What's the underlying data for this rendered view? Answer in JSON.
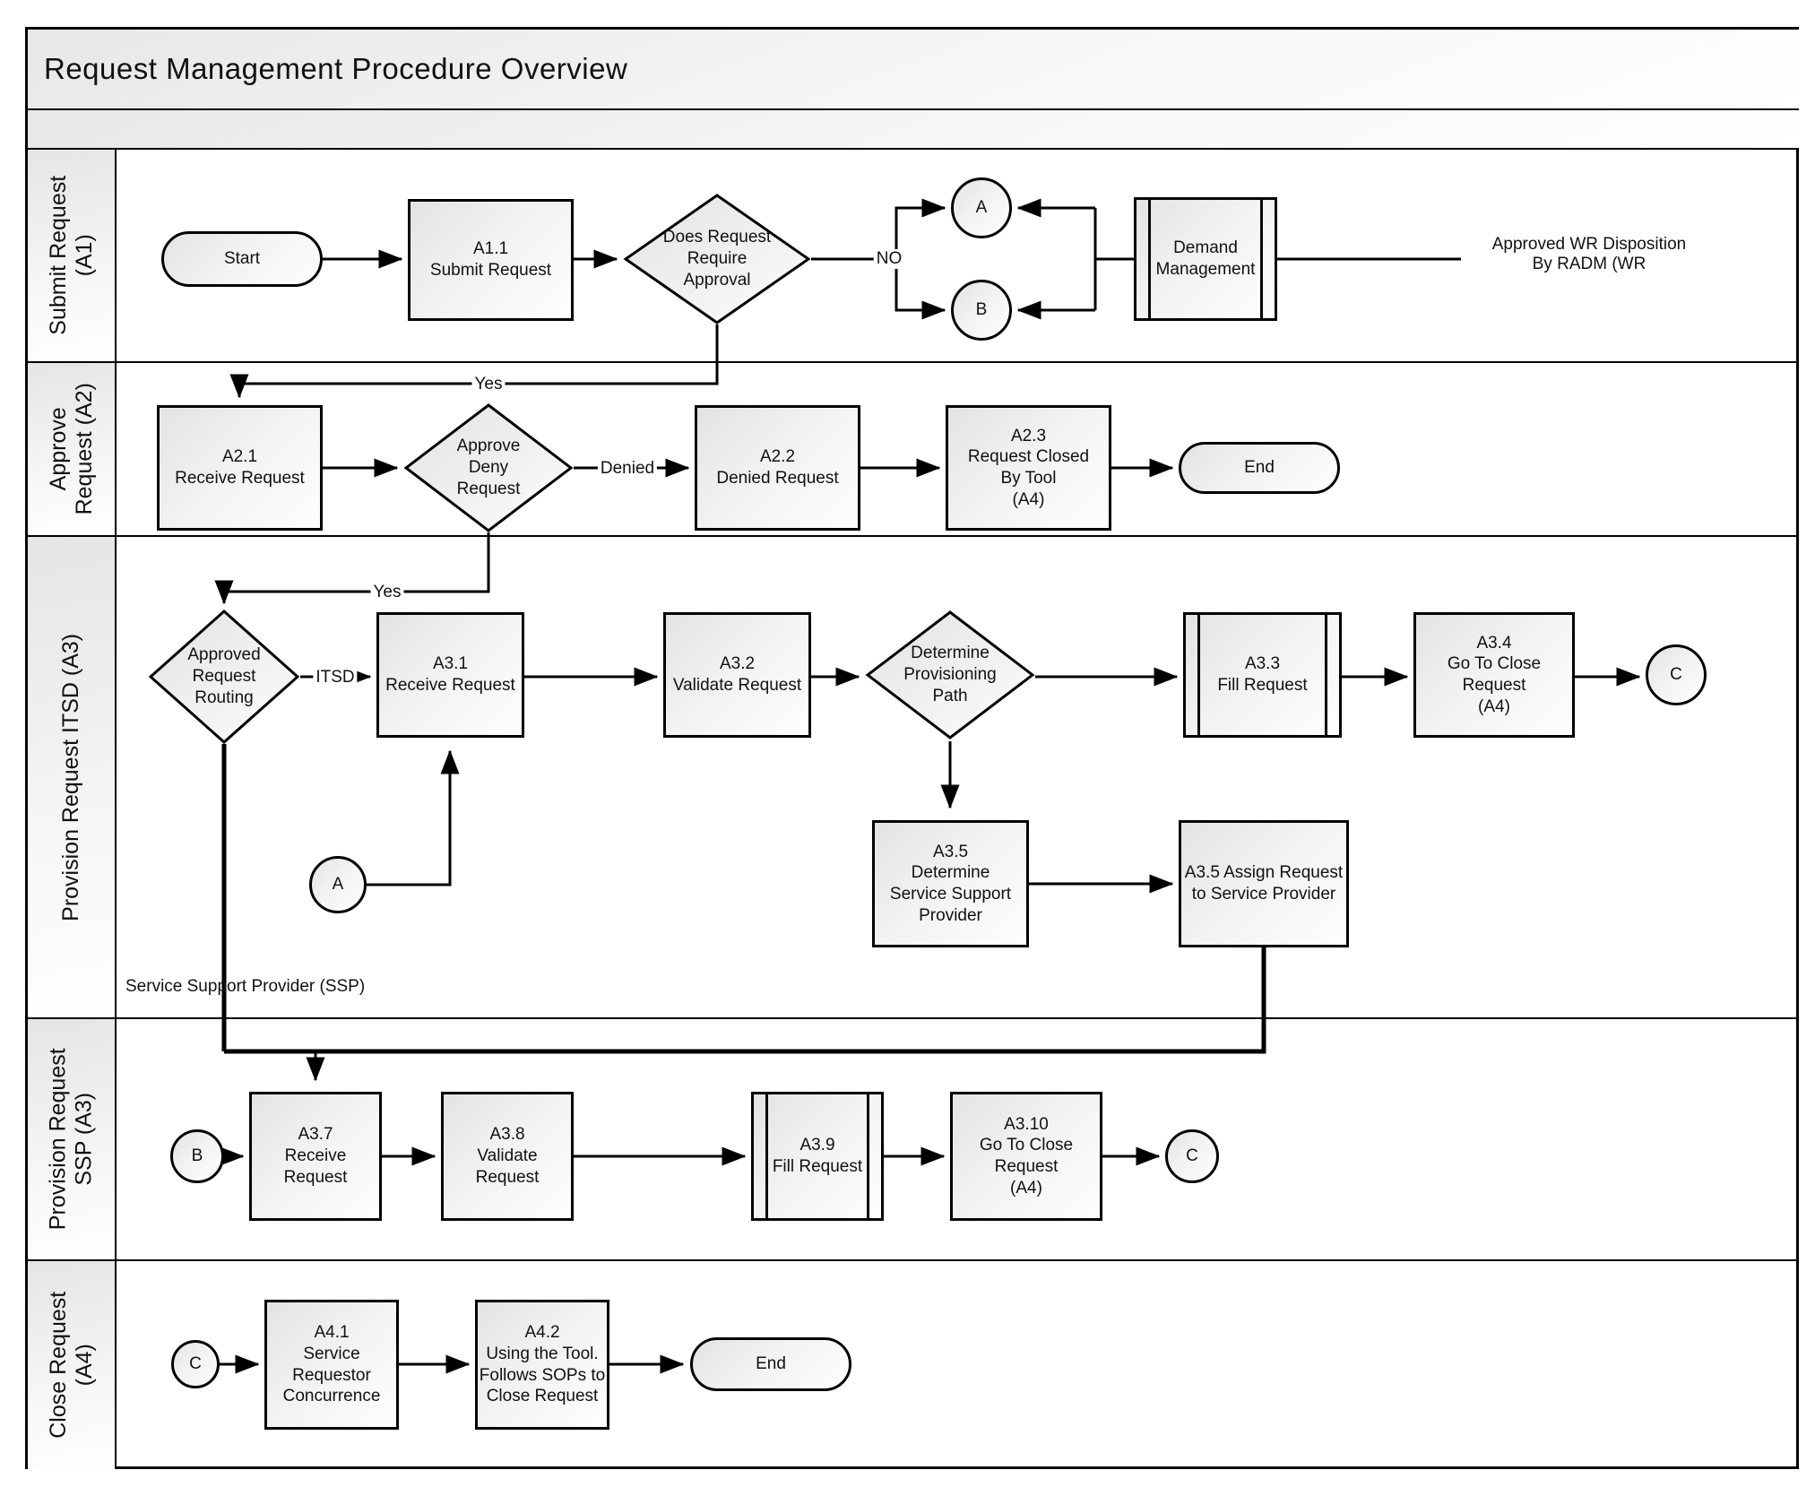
{
  "title": "Request Management Procedure Overview",
  "lanes": [
    {
      "label": "Submit Request\n(A1)"
    },
    {
      "label": "Approve\nRequest (A2)"
    },
    {
      "label": "Provision Request ITSD (A3)"
    },
    {
      "label": "Provision Request\nSSP (A3)"
    },
    {
      "label": "Close Request\n(A4)"
    }
  ],
  "nodes": {
    "start": "Start",
    "a1_1": "A1.1\nSubmit Request",
    "d1": "Does Request\nRequire\nApproval",
    "conn_a1": "A",
    "conn_b1": "B",
    "demand": "Demand\nManagement",
    "a2_1": "A2.1\nReceive Request",
    "d2": "Approve\nDeny\nRequest",
    "a2_2": "A2.2\nDenied Request",
    "a2_3": "A2.3\nRequest Closed\nBy Tool\n(A4)",
    "end1": "End",
    "d3": "Approved\nRequest\nRouting",
    "a3_1": "A3.1\nReceive Request",
    "a3_2": "A3.2\nValidate Request",
    "d4": "Determine\nProvisioning\nPath",
    "a3_3": "A3.3\nFill Request",
    "a3_4": "A3.4\nGo To Close\nRequest\n(A4)",
    "conn_c1": "C",
    "a3_5": "A3.5\nDetermine\nService Support\nProvider",
    "a3_5b": "A3.5 Assign Request\nto Service Provider",
    "conn_a2": "A",
    "conn_b2": "B",
    "a3_7": "A3.7\nReceive Request",
    "a3_8": "A3.8\nValidate Request",
    "a3_9": "A3.9\nFill Request",
    "a3_10": "A3.10\nGo To Close Request\n(A4)",
    "conn_c2": "C",
    "conn_c3": "C",
    "a4_1": "A4.1\nService Requestor\nConcurrence",
    "a4_2": "A4.2\nUsing the Tool.\nFollows SOPs to\nClose  Request",
    "end2": "End"
  },
  "edge_labels": {
    "no": "NO",
    "yes_approval": "Yes",
    "denied": "Denied",
    "yes_routing": "Yes",
    "itsd": "ITSD"
  },
  "annotations": {
    "wr_disposition": "Approved WR Disposition\nBy RADM (WR",
    "ssp": "Service Support Provider (SSP)"
  },
  "colors": {
    "line": "#000000",
    "fill_dark": "#e3e3e3",
    "fill_light": "#ffffff"
  }
}
